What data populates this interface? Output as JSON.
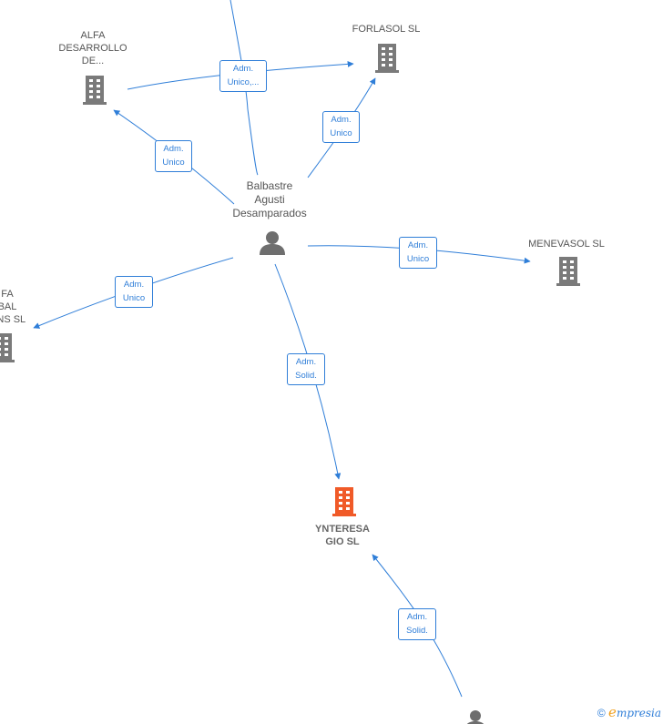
{
  "colors": {
    "edge": "#2f7ed8",
    "company": "#7a7a7a",
    "company_main": "#f05a28",
    "person": "#6e6e6e"
  },
  "nodes": {
    "alfa_desarrollo": "ALFA\nDESARROLLO\nDE...",
    "forlasol": "FORLASOL SL",
    "menevasol": "MENEVASOL SL",
    "alfa_global": "FA\nBAL\nONS  SL",
    "main_company": "YNTERESA\nGIO  SL",
    "person_main": "Balbastre\nAgusti\nDesamparados"
  },
  "edges": {
    "top_forlasol": "Adm.\nUnico,...",
    "person_forlasol": "Adm.\nUnico",
    "person_alfa_desarrollo": "Adm.\nUnico",
    "person_menevasol": "Adm.\nUnico",
    "person_alfa_global": "Adm.\nUnico",
    "person_main_company": "Adm.\nSolid.",
    "bottom_main_company": "Adm.\nSolid."
  },
  "footer": {
    "copyright": "©",
    "brand_initial": "e",
    "brand_rest": "mpresia"
  }
}
